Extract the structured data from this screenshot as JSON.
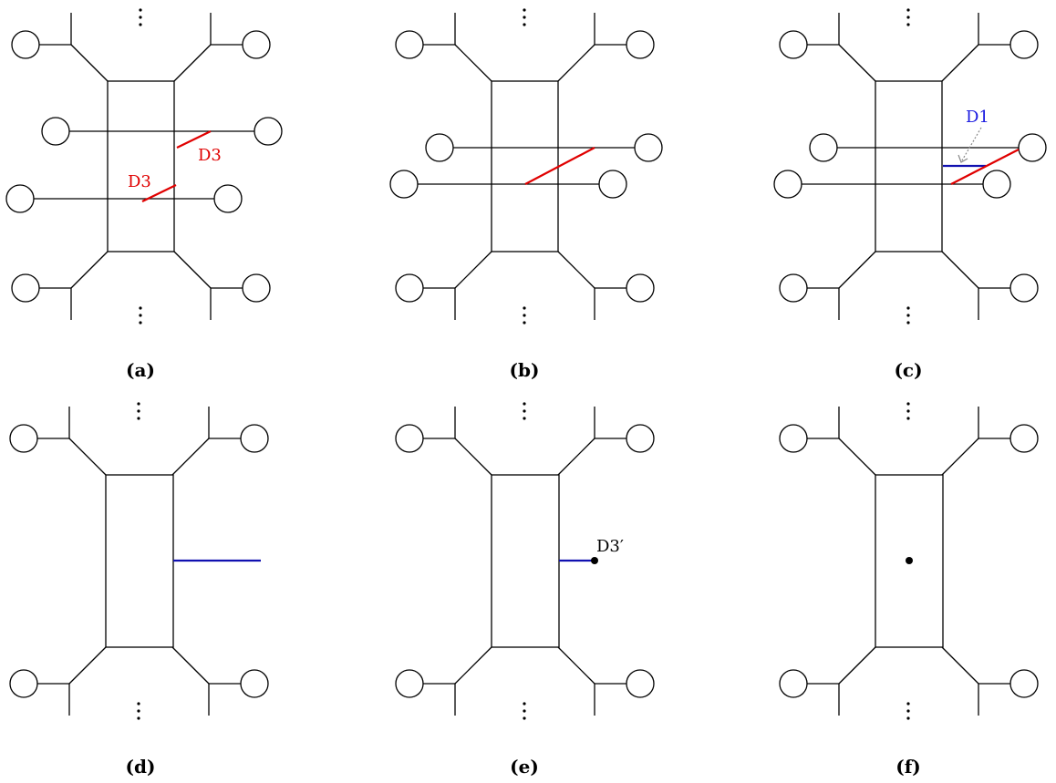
{
  "panels": [
    {
      "caption": "(a)"
    },
    {
      "caption": "(b)"
    },
    {
      "caption": "(c)"
    },
    {
      "caption": "(d)"
    },
    {
      "caption": "(e)"
    },
    {
      "caption": "(f)"
    }
  ],
  "labels": {
    "a_d3_upper": "D3",
    "a_d3_lower": "D3",
    "c_d1": "D1",
    "e_d3prime": "D3′"
  },
  "colors": {
    "red_brane": "#e00000",
    "blue_brane": "#1010b0",
    "d1_label": "#1a1ae0"
  }
}
